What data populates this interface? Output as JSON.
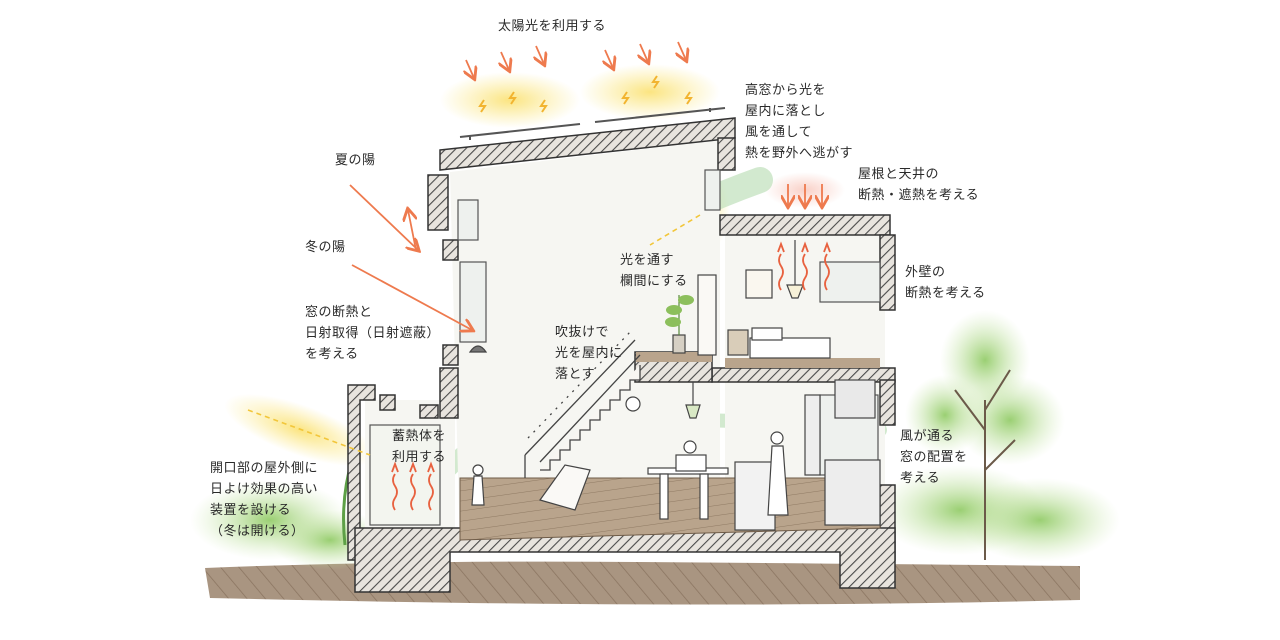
{
  "labels": {
    "sun_use": "太陽光を利用する",
    "high_window": [
      "高窓から光を",
      "屋内に落とし",
      "風を通して",
      "熱を野外へ逃がす"
    ],
    "summer_sun": "夏の陽",
    "roof_ceiling": [
      "屋根と天井の",
      "断熱・遮熱を考える"
    ],
    "winter_sun": "冬の陽",
    "light_through": [
      "光を通す",
      "欄間にする"
    ],
    "outer_wall": [
      "外壁の",
      "断熱を考える"
    ],
    "window_insulation": [
      "窓の断熱と",
      "日射取得（日射遮蔽）",
      "を考える"
    ],
    "atrium": [
      "吹抜けで",
      "光を屋内に",
      "落とす"
    ],
    "thermal_mass": [
      "蓄熱体を",
      "利用する"
    ],
    "wind_window": [
      "風が通る",
      "窓の配置を",
      "考える"
    ],
    "shade_device": [
      "開口部の屋外側に",
      "日よけ効果の高い",
      "装置を設ける",
      "（冬は開ける）"
    ]
  },
  "colors": {
    "arrow": "#ee7a4e",
    "sunlight": "#fbe98a",
    "wind": "#c9e5c6",
    "hatch": "#555555",
    "ground": "#a89580",
    "greenery": "#8fc96a",
    "heat": "#e8613f"
  }
}
